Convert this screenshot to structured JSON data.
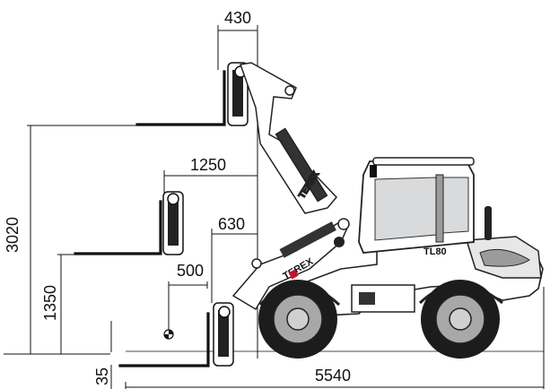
{
  "dimensions": {
    "fork_reach_top": "430",
    "fork_reach_mid": "1250",
    "fork_reach_low": "630",
    "center_of_gravity_offset": "500",
    "max_lift_height": "3020",
    "mid_lift_height": "1350",
    "below_ground_depth": "35",
    "overall_length": "5540"
  },
  "branding": {
    "manufacturer": "TEREX",
    "model": "TL80"
  },
  "colors": {
    "line": "#111111",
    "cab_glass": "#d9dadb",
    "body_gray": "#9b9b9b",
    "tire": "#1c1c1c",
    "hub": "#a8a8a8",
    "logo_red": "#c8102e"
  }
}
